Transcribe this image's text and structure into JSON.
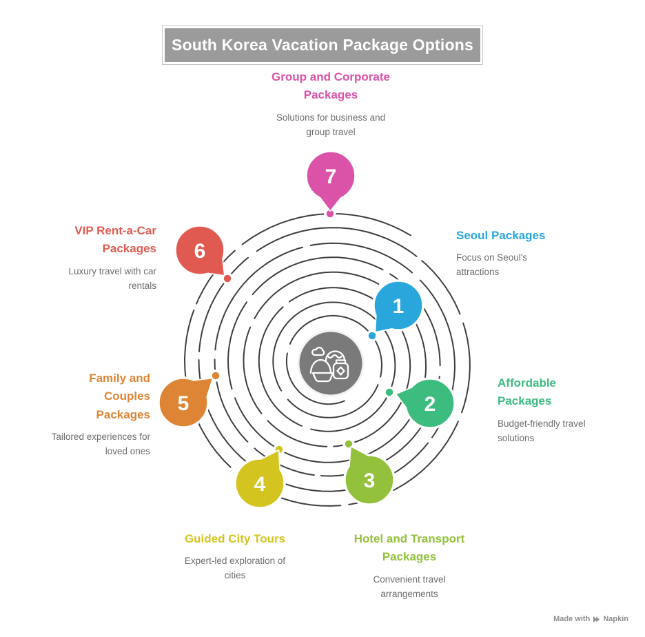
{
  "title": "South Korea Vacation Package Options",
  "center": {
    "icon": "korean-food-travel-icon",
    "circle_color": "#7a7a7a"
  },
  "spiral_color": "#3e3e3e",
  "items": [
    {
      "number": "1",
      "label": "Seoul Packages",
      "description": "Focus on Seoul's attractions",
      "color": "#29a7dc"
    },
    {
      "number": "2",
      "label": "Affordable Packages",
      "description": "Budget-friendly travel solutions",
      "color": "#3cbc7f"
    },
    {
      "number": "3",
      "label": "Hotel and Transport Packages",
      "description": "Convenient travel arrangements",
      "color": "#93c13c"
    },
    {
      "number": "4",
      "label": "Guided City Tours",
      "description": "Expert-led exploration of cities",
      "color": "#d4c41f"
    },
    {
      "number": "5",
      "label": "Family and Couples Packages",
      "description": "Tailored experiences for loved ones",
      "color": "#dd8535"
    },
    {
      "number": "6",
      "label": "VIP Rent-a-Car Packages",
      "description": "Luxury travel with car rentals",
      "color": "#e15a52"
    },
    {
      "number": "7",
      "label": "Group and Corporate Packages",
      "description": "Solutions for business and group travel",
      "color": "#db53a9"
    }
  ],
  "footer": {
    "made_with": "Made with",
    "brand": "Napkin"
  }
}
